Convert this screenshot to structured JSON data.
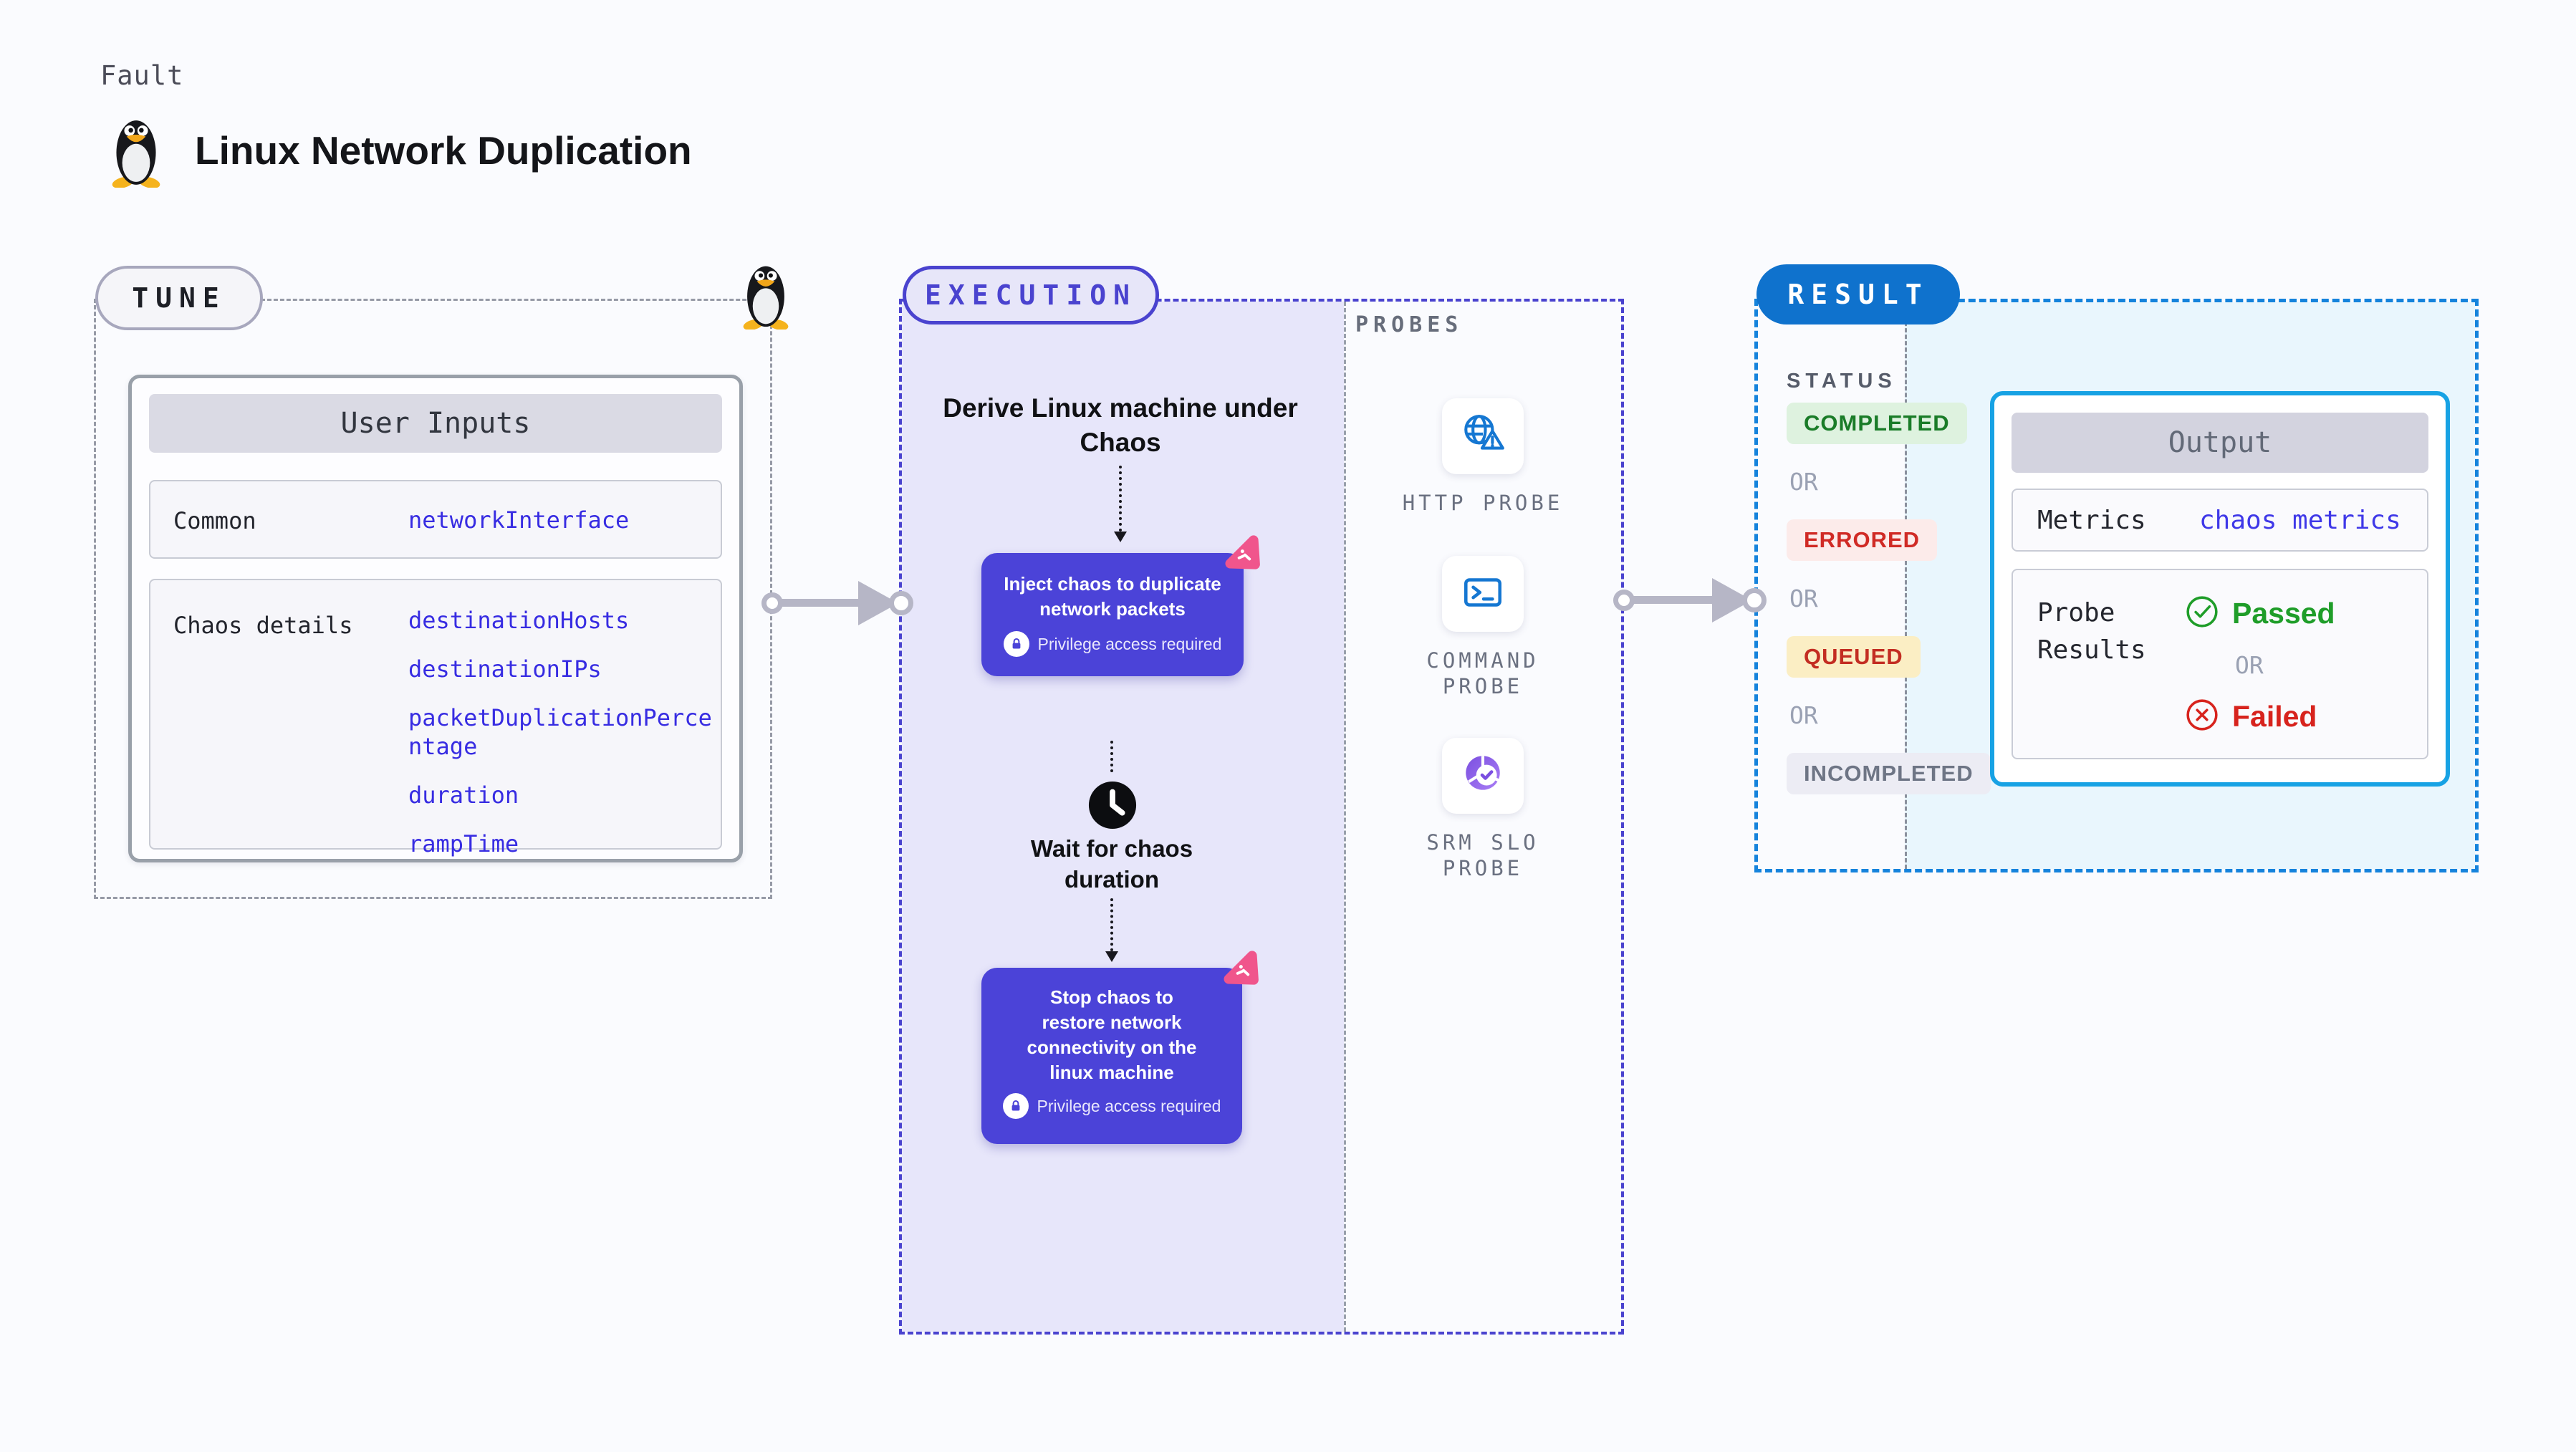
{
  "header": {
    "fault_label": "Fault",
    "title": "Linux Network Duplication"
  },
  "tune": {
    "badge": "TUNE",
    "user_inputs": {
      "header": "User Inputs",
      "rows": [
        {
          "label": "Common",
          "values": [
            "networkInterface"
          ]
        },
        {
          "label": "Chaos details",
          "values": [
            "destinationHosts",
            "destinationIPs",
            "packetDuplicationPercentage",
            "duration",
            "rampTime"
          ]
        }
      ]
    }
  },
  "execution": {
    "badge": "EXECUTION",
    "derive_step": "Derive Linux machine under Chaos",
    "inject_step": {
      "text": "Inject chaos to duplicate network packets",
      "privilege": "Privilege access required"
    },
    "wait_step": "Wait for chaos duration",
    "stop_step": {
      "text": "Stop chaos to restore network connectivity on the linux machine",
      "privilege": "Privilege access required"
    },
    "probes": {
      "label": "PROBES",
      "items": [
        {
          "label": "HTTP PROBE",
          "icon": "http-probe-icon"
        },
        {
          "label": "COMMAND PROBE",
          "icon": "command-probe-icon"
        },
        {
          "label": "SRM SLO PROBE",
          "icon": "srm-slo-probe-icon"
        }
      ]
    }
  },
  "result": {
    "badge": "RESULT",
    "status_label": "STATUS",
    "or_label": "OR",
    "statuses": [
      {
        "label": "COMPLETED",
        "type": "completed"
      },
      {
        "label": "ERRORED",
        "type": "errored"
      },
      {
        "label": "QUEUED",
        "type": "queued"
      },
      {
        "label": "INCOMPLETED",
        "type": "incompleted"
      }
    ],
    "output": {
      "header": "Output",
      "metrics_label": "Metrics",
      "metrics_value": "chaos metrics",
      "probe_results_label": "Probe Results",
      "passed_label": "Passed",
      "failed_label": "Failed"
    }
  },
  "colors": {
    "indigo": "#4a43d2",
    "purple_fill": "#e7e6fa",
    "result_blue": "#0f72cd",
    "output_border": "#17a2e4",
    "passed_green": "#1f9d29",
    "failed_red": "#d7231d",
    "pink": "#f0558c",
    "arrow_gray": "#b6b6c6"
  }
}
